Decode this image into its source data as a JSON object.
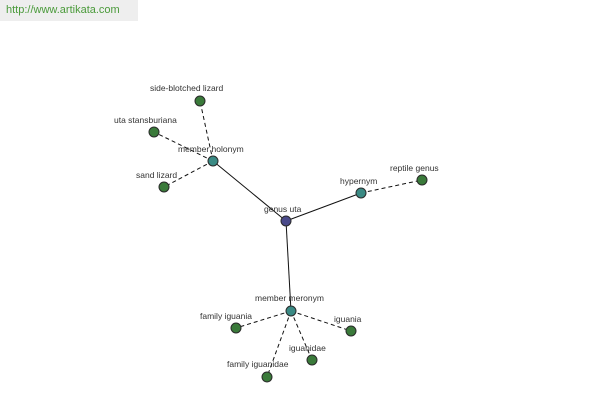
{
  "header": {
    "url": "http://www.artikata.com"
  },
  "graph": {
    "colors": {
      "center": "#4a4a8a",
      "relation": "#3a8a84",
      "leaf": "#3a7a3a",
      "stroke": "#2a2a2a"
    },
    "nodes": [
      {
        "id": "genus-uta",
        "label": "genus uta",
        "kind": "center"
      },
      {
        "id": "member-holonym",
        "label": "member holonym",
        "kind": "relation"
      },
      {
        "id": "hypernym",
        "label": "hypernym",
        "kind": "relation"
      },
      {
        "id": "member-meronym",
        "label": "member meronym",
        "kind": "relation"
      },
      {
        "id": "side-blotched-lizard",
        "label": "side-blotched lizard",
        "kind": "leaf"
      },
      {
        "id": "uta-stansburiana",
        "label": "uta stansburiana",
        "kind": "leaf"
      },
      {
        "id": "sand-lizard",
        "label": "sand lizard",
        "kind": "leaf"
      },
      {
        "id": "reptile-genus",
        "label": "reptile genus",
        "kind": "leaf"
      },
      {
        "id": "family-iguania",
        "label": "family iguania",
        "kind": "leaf"
      },
      {
        "id": "iguanidae",
        "label": "iguanidae",
        "kind": "leaf"
      },
      {
        "id": "iguania",
        "label": "iguania",
        "kind": "leaf"
      },
      {
        "id": "family-iguanidae",
        "label": "family iguanidae",
        "kind": "leaf"
      }
    ],
    "edges": [
      {
        "from": "genus-uta",
        "to": "member-holonym",
        "style": "solid"
      },
      {
        "from": "genus-uta",
        "to": "hypernym",
        "style": "solid"
      },
      {
        "from": "genus-uta",
        "to": "member-meronym",
        "style": "solid"
      },
      {
        "from": "member-holonym",
        "to": "side-blotched-lizard",
        "style": "dashed"
      },
      {
        "from": "member-holonym",
        "to": "uta-stansburiana",
        "style": "dashed"
      },
      {
        "from": "member-holonym",
        "to": "sand-lizard",
        "style": "dashed"
      },
      {
        "from": "hypernym",
        "to": "reptile-genus",
        "style": "dashed"
      },
      {
        "from": "member-meronym",
        "to": "family-iguania",
        "style": "dashed"
      },
      {
        "from": "member-meronym",
        "to": "iguanidae",
        "style": "dashed"
      },
      {
        "from": "member-meronym",
        "to": "iguania",
        "style": "dashed"
      },
      {
        "from": "member-meronym",
        "to": "family-iguanidae",
        "style": "dashed"
      }
    ]
  }
}
